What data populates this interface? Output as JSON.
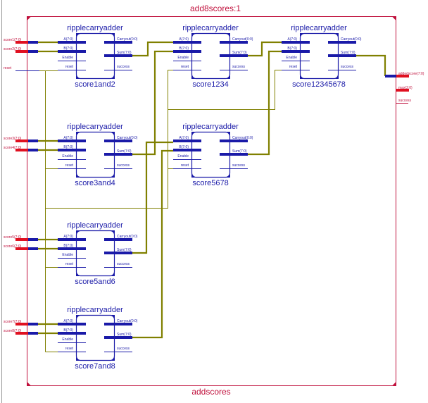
{
  "top_module": {
    "instance_label": "add8scores:1",
    "name": "addscores"
  },
  "colors": {
    "module_border": "#c0103c",
    "block": "#1a1aa8",
    "wire": "#808000",
    "io_port": "#e01020"
  },
  "inputs": [
    {
      "label": "score1(7:0)"
    },
    {
      "label": "score2(7:0)"
    },
    {
      "label": "reset"
    },
    {
      "label": "score3(7:0)"
    },
    {
      "label": "score4(7:0)"
    },
    {
      "label": "score5(7:0)"
    },
    {
      "label": "score6(7:0)"
    },
    {
      "label": "score7(7:0)"
    },
    {
      "label": "score8(7:0)"
    }
  ],
  "outputs": [
    {
      "label": "addedscore(7:0)"
    },
    {
      "label": "max(2:0)"
    },
    {
      "label": "success"
    }
  ],
  "block_pins": {
    "a": "A(7:0)",
    "b": "B(7:0)",
    "enable": "Enable",
    "reset": "reset",
    "carryout": "Carryout(0:0)",
    "sum": "Sum(7:0)",
    "success": "success"
  },
  "blocks": [
    {
      "type": "ripplecarryadder",
      "instance": "score1and2"
    },
    {
      "type": "ripplecarryadder",
      "instance": "score1234"
    },
    {
      "type": "ripplecarryadder",
      "instance": "score12345678"
    },
    {
      "type": "ripplecarryadder",
      "instance": "score3and4"
    },
    {
      "type": "ripplecarryadder",
      "instance": "score5678"
    },
    {
      "type": "ripplecarryadder",
      "instance": "score5and6"
    },
    {
      "type": "ripplecarryadder",
      "instance": "score7and8"
    }
  ]
}
